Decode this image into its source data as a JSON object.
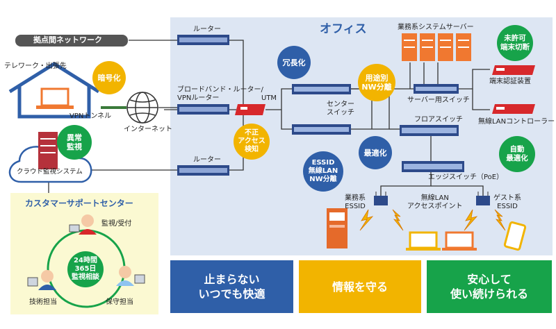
{
  "colors": {
    "office_bg": "#dde6f3",
    "blue": "#2f5fa8",
    "yellow": "#f2b400",
    "green": "#17a34a",
    "red": "#d7282b",
    "orange": "#f07830",
    "cust_bg": "#fbf9d2",
    "dark": "#555555"
  },
  "office": {
    "title": "オフィス"
  },
  "hub": {
    "label": "拠点間ネットワーク"
  },
  "telework": {
    "label": "テレワーク・出張先",
    "vpn": "VPNトンネル"
  },
  "internet": {
    "label": "インターネット"
  },
  "cloud": {
    "label": "クラウド監視システム"
  },
  "routers": {
    "top": "ルーター",
    "mid": "ブロードバンド・ルーター/\nVPNルーター",
    "bottom": "ルーター"
  },
  "utm": {
    "label": "UTM"
  },
  "switches": {
    "center": "センター\nスイッチ",
    "server": "サーバー用スイッチ",
    "floor": "フロアスイッチ",
    "edge": "エッジスイッチ（PoE）"
  },
  "servers": {
    "label": "業務系システムサーバー"
  },
  "auth": {
    "label": "端末認証装置"
  },
  "wlc": {
    "label": "無線LANコントローラー"
  },
  "ap": {
    "biz": "業務系\nESSID",
    "center": "無線LAN\nアクセスポイント",
    "guest": "ゲスト系\nESSID"
  },
  "bubbles": {
    "angou": "暗号化",
    "ijou": "異常\n監視",
    "fusei": "不正\nアクセス\n検知",
    "jouchou": "冗長化",
    "youto": "用途別\nNW分離",
    "mikyoka": "未許可\n端末切断",
    "essid": "ESSID\n無線LAN\nNW分離",
    "saiteki": "最適化",
    "jidou": "自動\n最適化"
  },
  "customer": {
    "title": "カスタマーサポートセンター",
    "monitor": "監視/受付",
    "center": "24時間\n365日\n監視相談",
    "tech": "技術担当",
    "maint": "保守担当"
  },
  "banners": [
    {
      "text": "止まらない\nいつでも快適",
      "color": "#2f5fa8"
    },
    {
      "text": "情報を守る",
      "color": "#f2b400"
    },
    {
      "text": "安心して\n使い続けられる",
      "color": "#17a34a"
    }
  ]
}
